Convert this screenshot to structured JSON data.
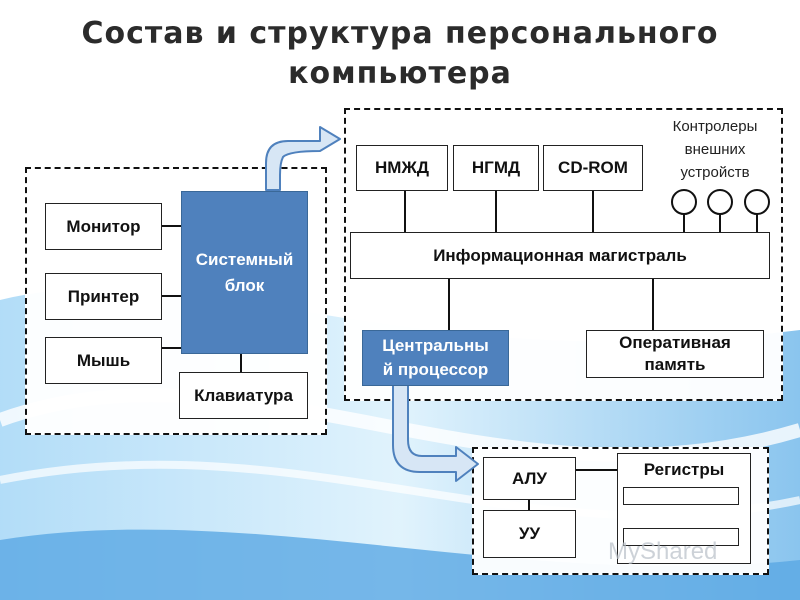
{
  "title_line1": "Состав и структура персонального",
  "title_line2": "компьютера",
  "left": {
    "monitor": "Монитор",
    "printer": "Принтер",
    "mouse": "Мышь",
    "keyboard": "Клавиатура",
    "system_block_l1": "Системный",
    "system_block_l2": "блок"
  },
  "right": {
    "fdd": "НМЖД",
    "hdd": "НГМД",
    "cdrom": "CD-ROM",
    "controllers_l1": "Контролеры",
    "controllers_l2": "внешних",
    "controllers_l3": "устройств",
    "bus": "Информационная магистраль",
    "cpu_l1": "Центральны",
    "cpu_l2": "й процессор",
    "ram_l1": "Оперативная",
    "ram_l2": "память"
  },
  "cpu": {
    "alu": "АЛУ",
    "cu": "УУ",
    "registers": "Регистры"
  },
  "watermark": "MyShared",
  "colors": {
    "accent_blue": "#4f81bd",
    "arrow_fill": "#d7e6f5",
    "arrow_stroke": "#4f81bd"
  }
}
